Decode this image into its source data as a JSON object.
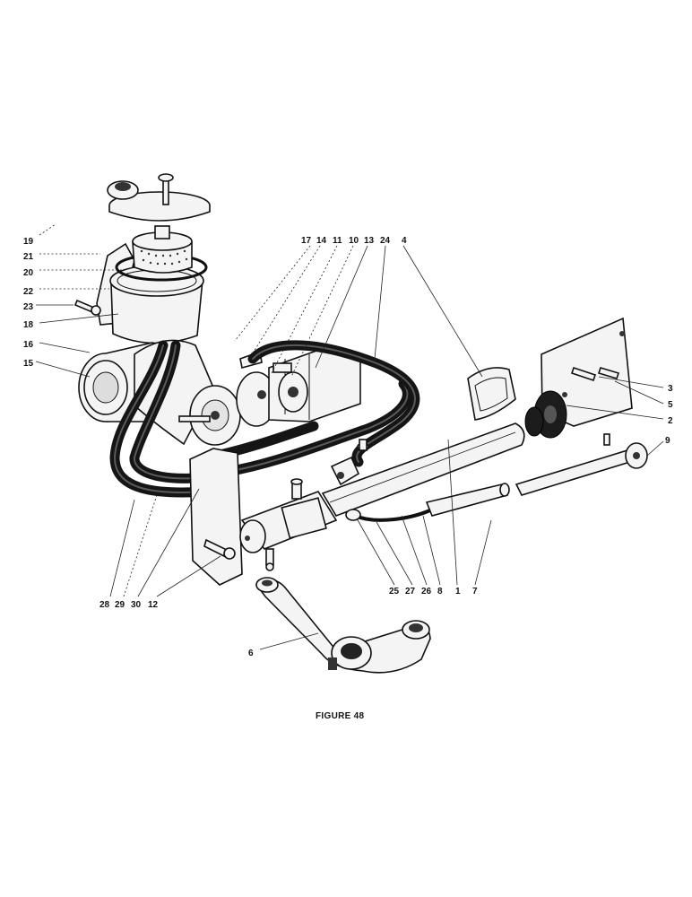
{
  "caption": "FIGURE 48",
  "callouts": {
    "c19": "19",
    "c21": "21",
    "c20": "20",
    "c22": "22",
    "c23": "23",
    "c18": "18",
    "c16": "16",
    "c15": "15",
    "c17": "17",
    "c14": "14",
    "c11": "11",
    "c10": "10",
    "c13": "13",
    "c24": "24",
    "c4": "4",
    "c3": "3",
    "c5": "5",
    "c2": "2",
    "c9": "9",
    "c28": "28",
    "c29": "29",
    "c30": "30",
    "c12": "12",
    "c25": "25",
    "c27": "27",
    "c26": "26",
    "c8": "8",
    "c1": "1",
    "c7": "7",
    "c6": "6"
  }
}
